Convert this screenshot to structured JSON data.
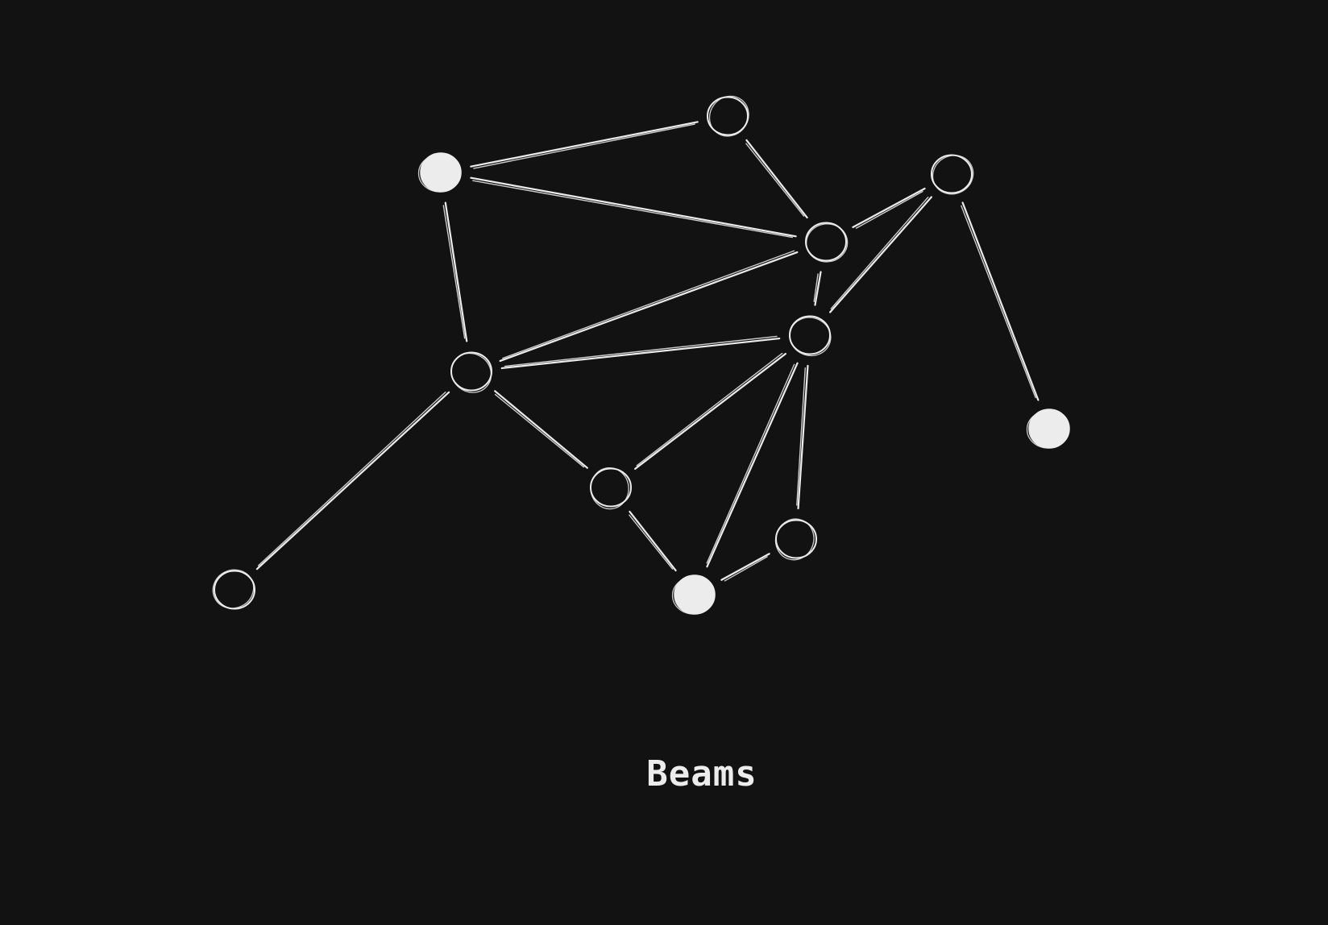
{
  "diagram": {
    "caption": "Beams",
    "colors": {
      "background": "#121212",
      "stroke": "#ececec"
    },
    "nodes": [
      {
        "id": "n1",
        "filled": true
      },
      {
        "id": "n2",
        "filled": false
      },
      {
        "id": "n3",
        "filled": false
      },
      {
        "id": "n4",
        "filled": false
      },
      {
        "id": "n5",
        "filled": false
      },
      {
        "id": "n6",
        "filled": false
      },
      {
        "id": "n7",
        "filled": true
      },
      {
        "id": "n8",
        "filled": false
      },
      {
        "id": "n9",
        "filled": false
      },
      {
        "id": "n10",
        "filled": true
      },
      {
        "id": "n11",
        "filled": false
      }
    ],
    "edges": [
      [
        "n1",
        "n2"
      ],
      [
        "n1",
        "n4"
      ],
      [
        "n1",
        "n6"
      ],
      [
        "n2",
        "n4"
      ],
      [
        "n4",
        "n3"
      ],
      [
        "n4",
        "n5"
      ],
      [
        "n4",
        "n6"
      ],
      [
        "n3",
        "n5"
      ],
      [
        "n3",
        "n7"
      ],
      [
        "n5",
        "n6"
      ],
      [
        "n5",
        "n8"
      ],
      [
        "n5",
        "n10"
      ],
      [
        "n5",
        "n9"
      ],
      [
        "n6",
        "n8"
      ],
      [
        "n6",
        "n11"
      ],
      [
        "n8",
        "n10"
      ],
      [
        "n10",
        "n9"
      ]
    ]
  }
}
